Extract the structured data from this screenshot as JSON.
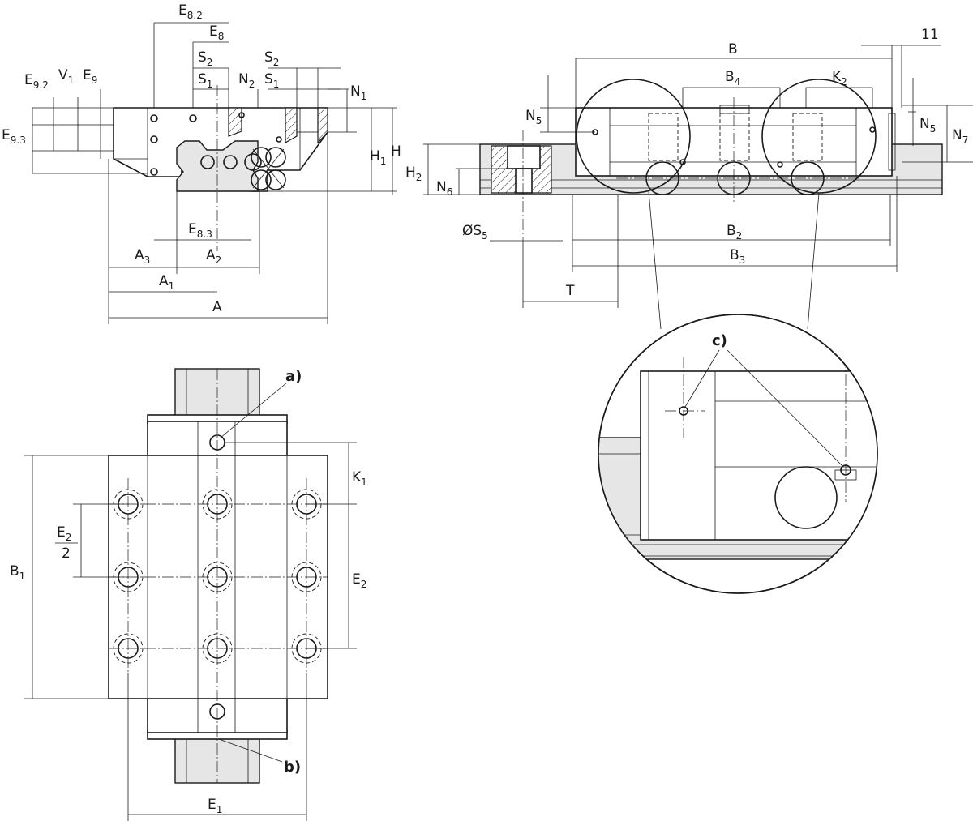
{
  "labels": {
    "E82": {
      "main": "E",
      "sub": "8.2"
    },
    "E8": {
      "main": "E",
      "sub": "8"
    },
    "S2a": {
      "main": "S",
      "sub": "2"
    },
    "S1a": {
      "main": "S",
      "sub": "1"
    },
    "N2": {
      "main": "N",
      "sub": "2"
    },
    "S2b": {
      "main": "S",
      "sub": "2"
    },
    "S1b": {
      "main": "S",
      "sub": "1"
    },
    "N1": {
      "main": "N",
      "sub": "1"
    },
    "E92": {
      "main": "E",
      "sub": "9.2"
    },
    "V1": {
      "main": "V",
      "sub": "1"
    },
    "E9": {
      "main": "E",
      "sub": "9"
    },
    "E93": {
      "main": "E",
      "sub": "9.3"
    },
    "H1": {
      "main": "H",
      "sub": "1"
    },
    "H": {
      "main": "H",
      "sub": ""
    },
    "E83": {
      "main": "E",
      "sub": "8.3"
    },
    "A3": {
      "main": "A",
      "sub": "3"
    },
    "A2": {
      "main": "A",
      "sub": "2"
    },
    "A1": {
      "main": "A",
      "sub": "1"
    },
    "A": {
      "main": "A",
      "sub": ""
    },
    "B": {
      "main": "B",
      "sub": ""
    },
    "eleven": {
      "main": "11",
      "sub": ""
    },
    "B4": {
      "main": "B",
      "sub": "4"
    },
    "K2": {
      "main": "K",
      "sub": "2"
    },
    "N5a": {
      "main": "N",
      "sub": "5"
    },
    "N5b": {
      "main": "N",
      "sub": "5"
    },
    "N7": {
      "main": "N",
      "sub": "7"
    },
    "H2": {
      "main": "H",
      "sub": "2"
    },
    "N6": {
      "main": "N",
      "sub": "6"
    },
    "S5": {
      "main": "ØS",
      "sub": "5"
    },
    "B2": {
      "main": "B",
      "sub": "2"
    },
    "B3": {
      "main": "B",
      "sub": "3"
    },
    "T": {
      "main": "T",
      "sub": ""
    },
    "K1": {
      "main": "K",
      "sub": "1"
    },
    "B1": {
      "main": "B",
      "sub": "1"
    },
    "E2": {
      "main": "E",
      "sub": "2"
    },
    "E2half_num": {
      "main": "E",
      "sub": "2"
    },
    "E2half_den": {
      "main": "2",
      "sub": ""
    },
    "E1": {
      "main": "E",
      "sub": "1"
    }
  },
  "callouts": {
    "a": "a)",
    "b": "b)",
    "c": "c)"
  }
}
